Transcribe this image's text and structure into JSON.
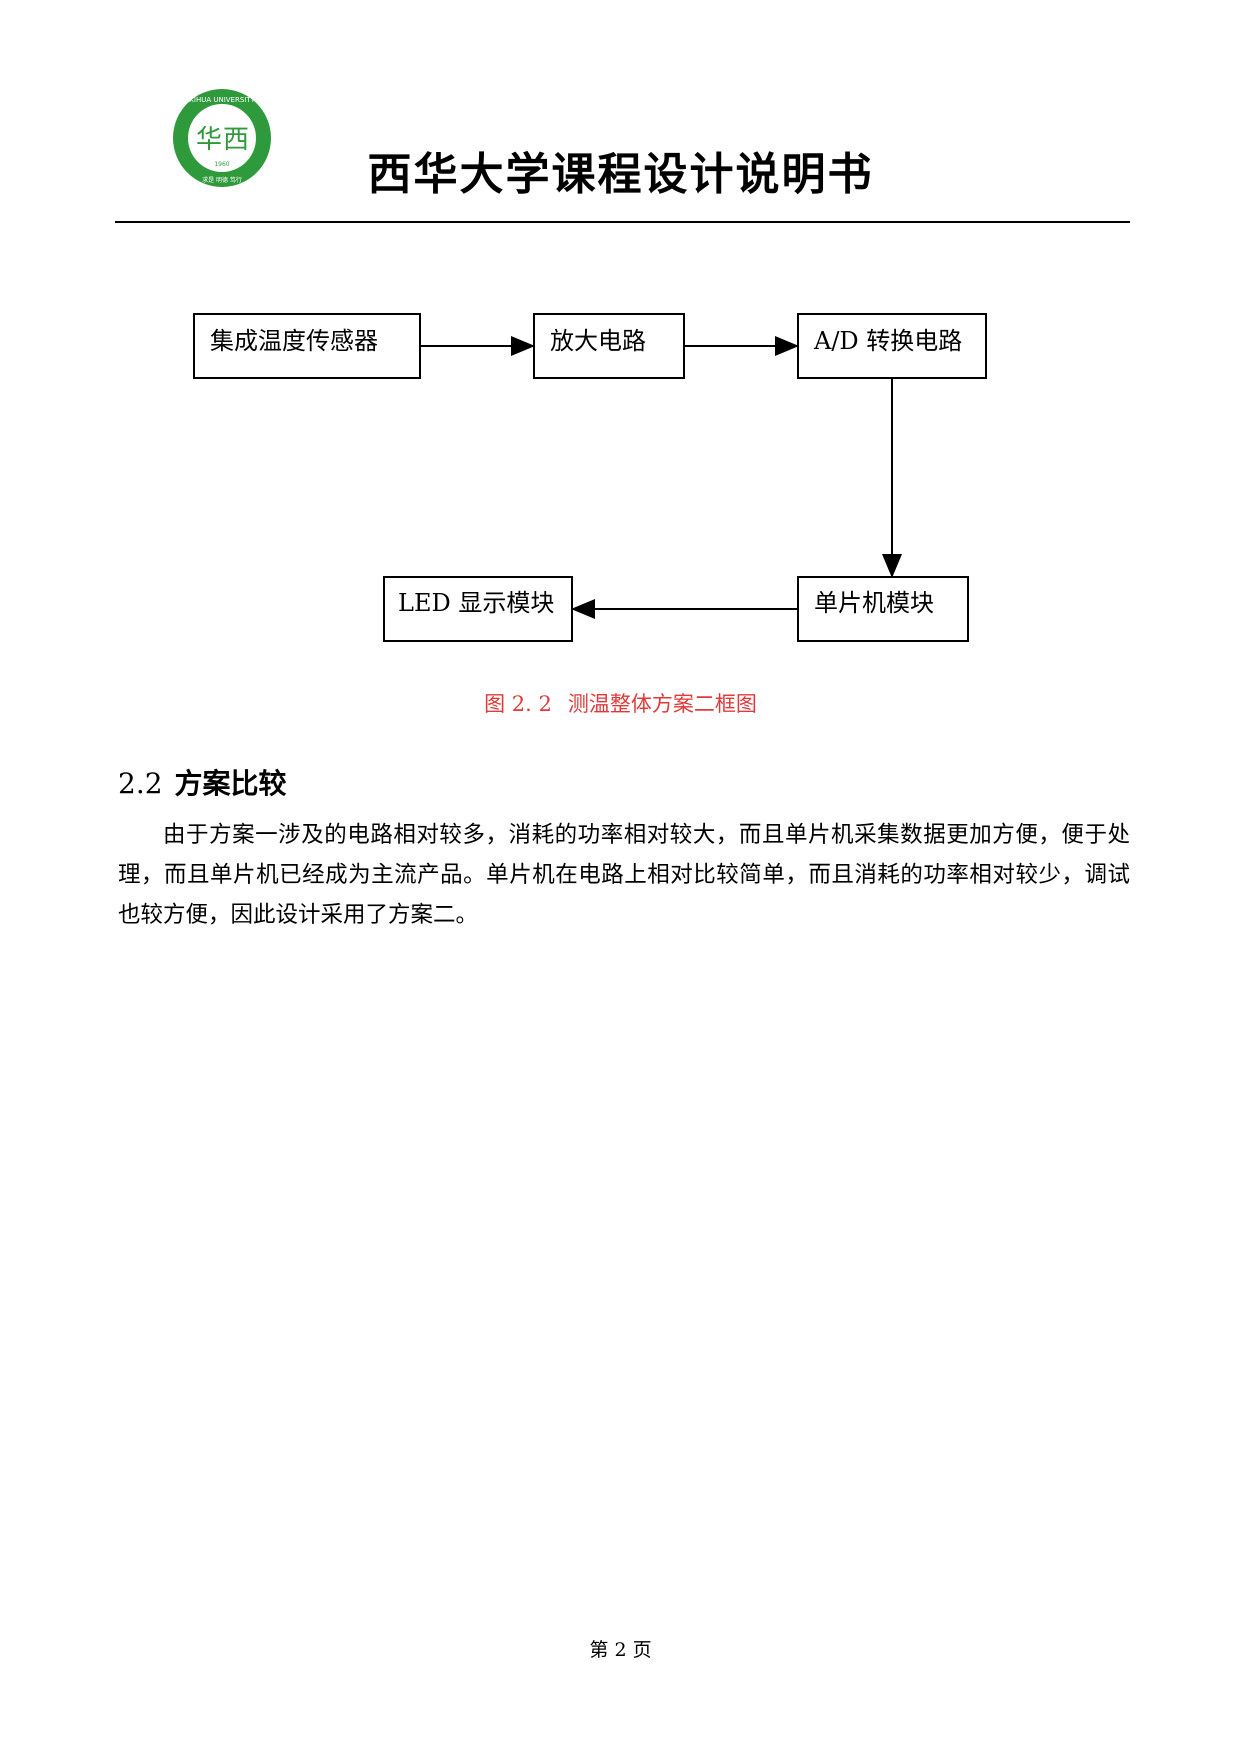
{
  "header": {
    "title": "西华大学课程设计说明书",
    "logo_text": "XIHUA UNIVERSITY",
    "logo_year": "1960",
    "logo_motto": "求是 明德 笃行",
    "logo_color": "#2f9a3c"
  },
  "diagram": {
    "blocks": [
      {
        "id": "sensor",
        "label": "集成温度传感器"
      },
      {
        "id": "amp",
        "label": "放大电路"
      },
      {
        "id": "adc",
        "label": "A/D 转换电路"
      },
      {
        "id": "mcu",
        "label": "单片机模块"
      },
      {
        "id": "led",
        "label": "LED 显示模块"
      }
    ],
    "edges": [
      {
        "from": "sensor",
        "to": "amp"
      },
      {
        "from": "amp",
        "to": "adc"
      },
      {
        "from": "adc",
        "to": "mcu"
      },
      {
        "from": "mcu",
        "to": "led"
      }
    ],
    "caption_num": "图 2. 2",
    "caption_text": "测温整体方案二框图",
    "caption_color": "#e03a3a"
  },
  "section": {
    "number": "2.2",
    "title": "方案比较",
    "body": "由于方案一涉及的电路相对较多，消耗的功率相对较大，而且单片机采集数据更加方便，便于处理，而且单片机已经成为主流产品。单片机在电路上相对比较简单，而且消耗的功率相对较少，调试也较方便，因此设计采用了方案二。"
  },
  "footer": {
    "page_label": "第 2 页"
  }
}
